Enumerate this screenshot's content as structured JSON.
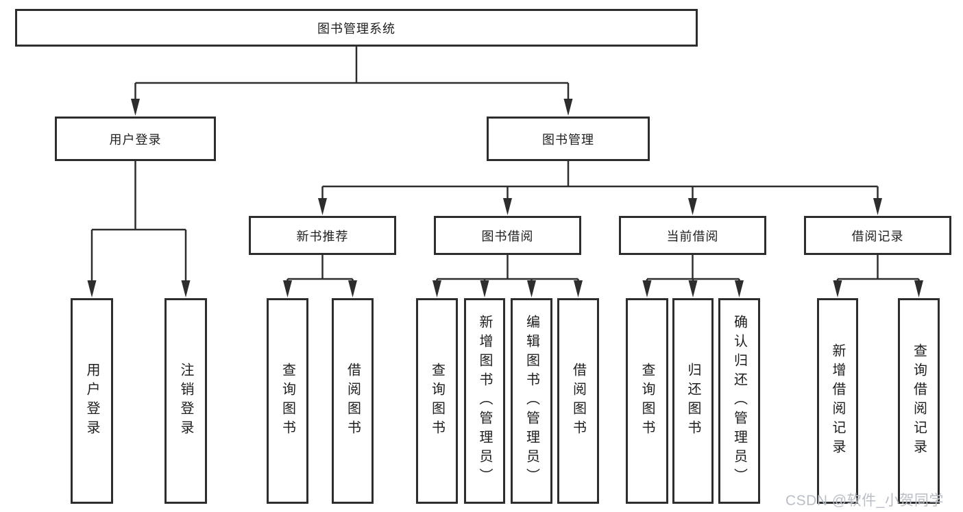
{
  "colors": {
    "line": "#2d2d2d",
    "text": "#1e1e1e",
    "watermark": "#b9bec6",
    "background": "#ffffff"
  },
  "watermark": "CSDN @软件_小贺同学",
  "nodes": {
    "root": "图书管理系统",
    "user_login": "用户登录",
    "book_management": "图书管理",
    "new_book_recommend": "新书推荐",
    "book_borrowing": "图书借阅",
    "current_borrowing": "当前借阅",
    "borrowing_records": "借阅记录",
    "leaf_user_login": "用户登录",
    "leaf_logout": "注销登录",
    "leaf_query_books_a": "查询图书",
    "leaf_borrow_books_a": "借阅图书",
    "leaf_query_books_b": "查询图书",
    "leaf_add_book_admin": "新增图书（管理员）",
    "leaf_edit_book_admin": "编辑图书（管理员）",
    "leaf_borrow_books_b": "借阅图书",
    "leaf_query_books_c": "查询图书",
    "leaf_return_book": "归还图书",
    "leaf_confirm_return_admin": "确认归还（管理员）",
    "leaf_add_borrow_record": "新增借阅记录",
    "leaf_query_borrow_record": "查询借阅记录"
  }
}
